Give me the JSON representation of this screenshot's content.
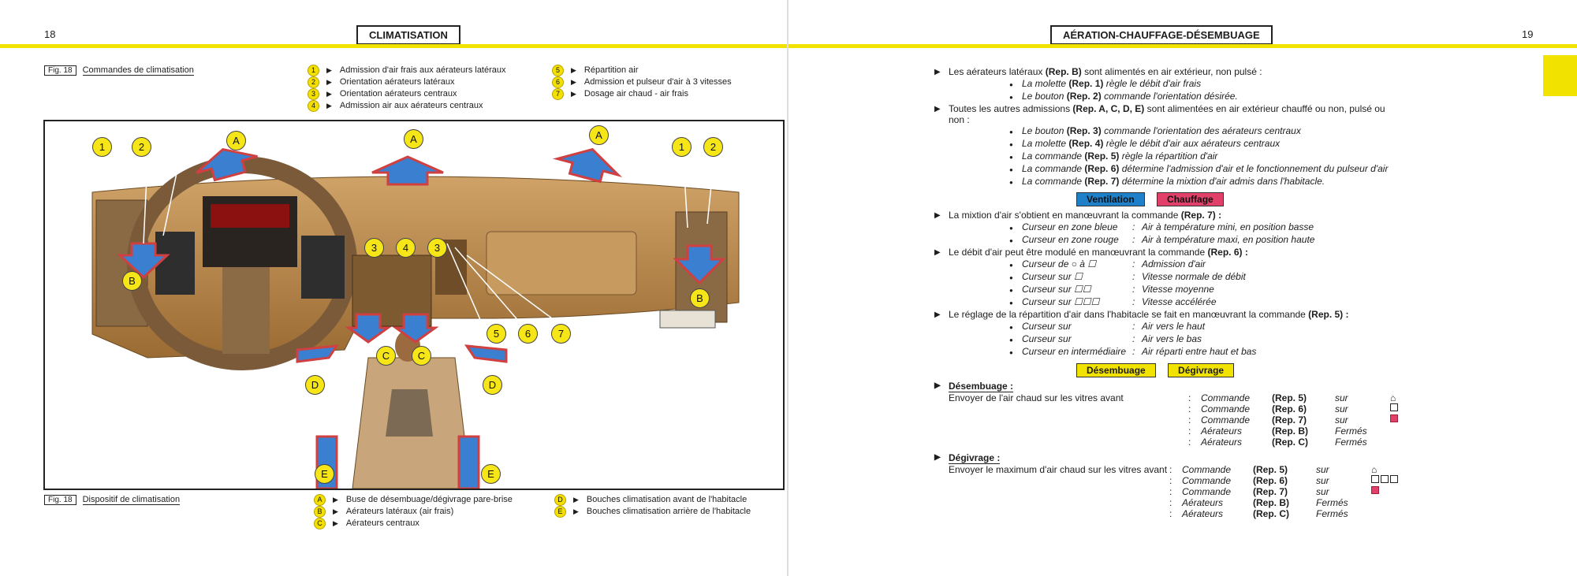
{
  "left": {
    "page_number": "18",
    "header": "CLIMATISATION",
    "fig_top": {
      "fig": "Fig. 18",
      "caption": "Commandes de climatisation"
    },
    "legend_top": [
      {
        "n": "1",
        "text": "Admission d'air frais aux aérateurs latéraux"
      },
      {
        "n": "2",
        "text": "Orientation aérateurs latéraux"
      },
      {
        "n": "3",
        "text": "Orientation aérateurs centraux"
      },
      {
        "n": "4",
        "text": "Admission air aux aérateurs centraux"
      },
      {
        "n": "5",
        "text": "Répartition air"
      },
      {
        "n": "6",
        "text": "Admission et pulseur d'air à 3 vitesses"
      },
      {
        "n": "7",
        "text": "Dosage air chaud - air frais"
      }
    ],
    "fig_bottom": {
      "fig": "Fig. 18",
      "caption": "Dispositif de climatisation"
    },
    "legend_bottom": [
      {
        "n": "A",
        "text": "Buse de désembuage/dégivrage pare-brise"
      },
      {
        "n": "B",
        "text": "Aérateurs latéraux (air frais)"
      },
      {
        "n": "C",
        "text": "Aérateurs centraux"
      },
      {
        "n": "D",
        "text": "Bouches climatisation avant de l'habitacle"
      },
      {
        "n": "E",
        "text": "Bouches climatisation arrière de l'habitacle"
      }
    ],
    "callouts": [
      "1",
      "2",
      "A",
      "A",
      "A",
      "1",
      "2",
      "3",
      "4",
      "3",
      "B",
      "B",
      "5",
      "6",
      "7",
      "C",
      "C",
      "D",
      "D",
      "E",
      "E"
    ]
  },
  "right": {
    "page_number": "19",
    "header": "AÉRATION-CHAUFFAGE-DÉSEMBUAGE",
    "p1": {
      "pre": "Les aérateurs latéraux ",
      "bold": "(Rep. B)",
      "post": " sont alimentés en air extérieur, non pulsé :"
    },
    "p1_items": [
      {
        "pre": "La molette ",
        "bold": "(Rep. 1)",
        "post": " règle le débit d'air frais"
      },
      {
        "pre": "Le bouton ",
        "bold": "(Rep. 2)",
        "post": " commande l'orientation désirée."
      }
    ],
    "p2": {
      "pre": "Toutes les autres admissions ",
      "bold": "(Rep. A, C, D, E)",
      "post": " sont alimentées en air extérieur chauffé ou non, pulsé ou non :"
    },
    "p2_items": [
      {
        "pre": "Le bouton ",
        "bold": "(Rep. 3)",
        "post": " commande l'orientation des aérateurs centraux"
      },
      {
        "pre": "La molette ",
        "bold": "(Rep. 4)",
        "post": " règle le débit d'air aux aérateurs centraux"
      },
      {
        "pre": "La commande ",
        "bold": "(Rep. 5)",
        "post": " règle la répartition d'air"
      },
      {
        "pre": "La commande ",
        "bold": "(Rep. 6)",
        "post": " détermine l'admission d'air et le fonctionnement du pulseur d'air"
      },
      {
        "pre": "La commande ",
        "bold": "(Rep. 7)",
        "post": " détermine la mixtion d'air admis dans l'habitacle."
      }
    ],
    "tag_ventilation": "Ventilation",
    "tag_chauffage": "Chauffage",
    "p3": {
      "pre": "La mixtion d'air s'obtient en manœuvrant la commande ",
      "bold": "(Rep. 7) :"
    },
    "p3_items": [
      {
        "a": "Curseur en zone bleue",
        "b": "Air à température mini, en position basse"
      },
      {
        "a": "Curseur en zone rouge",
        "b": "Air à température maxi, en position haute"
      }
    ],
    "p4": {
      "pre": "Le débit d'air peut être modulé en manœuvrant la commande ",
      "bold": "(Rep. 6) :"
    },
    "p4_items": [
      {
        "a": "Curseur de ○ à ☐",
        "b": "Admission d'air"
      },
      {
        "a": "Curseur sur ☐",
        "b": "Vitesse normale de débit"
      },
      {
        "a": "Curseur sur ☐☐",
        "b": "Vitesse moyenne"
      },
      {
        "a": "Curseur sur ☐☐☐",
        "b": "Vitesse accélérée"
      }
    ],
    "p5": {
      "pre": "Le réglage de la répartition d'air dans l'habitacle se fait en manœuvrant la commande ",
      "bold": "(Rep. 5) :"
    },
    "p5_items": [
      {
        "a": "Curseur sur",
        "b": "Air vers le haut"
      },
      {
        "a": "Curseur sur",
        "b": "Air vers le bas"
      },
      {
        "a": "Curseur en intermédiaire",
        "b": "Air réparti entre haut et bas"
      }
    ],
    "tag_desembuage": "Désembuage",
    "tag_degivrage": "Dégivrage",
    "s1_title": "Désembuage :",
    "s1_text": "Envoyer de l'air chaud sur les vitres avant",
    "s1_rows": [
      {
        "a": "Commande",
        "b": "(Rep. 5)",
        "c": "sur"
      },
      {
        "a": "Commande",
        "b": "(Rep. 6)",
        "c": "sur"
      },
      {
        "a": "Commande",
        "b": "(Rep. 7)",
        "c": "sur"
      },
      {
        "a": "Aérateurs",
        "b": "(Rep. B)",
        "c": "Fermés"
      },
      {
        "a": "Aérateurs",
        "b": "(Rep. C)",
        "c": "Fermés"
      }
    ],
    "s2_title": "Dégivrage :",
    "s2_text": "Envoyer le maximum d'air chaud sur les vitres avant",
    "s2_rows": [
      {
        "a": "Commande",
        "b": "(Rep. 5)",
        "c": "sur"
      },
      {
        "a": "Commande",
        "b": "(Rep. 6)",
        "c": "sur"
      },
      {
        "a": "Commande",
        "b": "(Rep. 7)",
        "c": "sur"
      },
      {
        "a": "Aérateurs",
        "b": "(Rep. B)",
        "c": "Fermés"
      },
      {
        "a": "Aérateurs",
        "b": "(Rep. C)",
        "c": "Fermés"
      }
    ]
  },
  "colors": {
    "yellow": "#f2e200",
    "blue_tag": "#1e80c8",
    "pink_tag": "#e0406a",
    "dash_brown": "#b98a4e"
  }
}
